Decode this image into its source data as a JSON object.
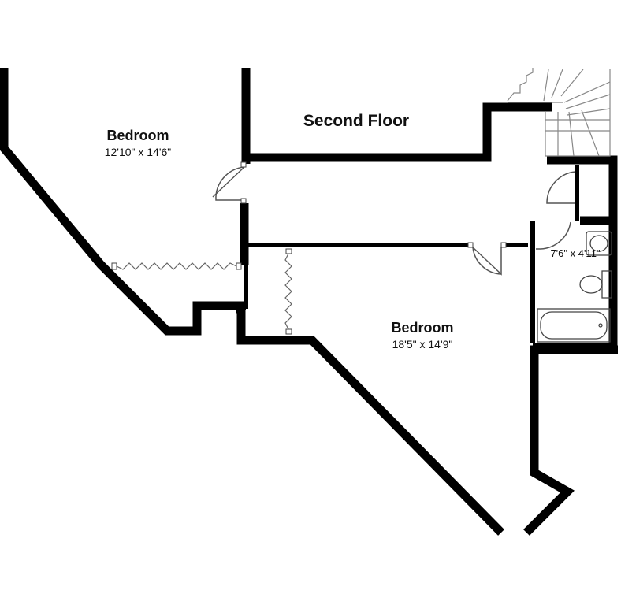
{
  "floor": {
    "title": "Second Floor"
  },
  "rooms": {
    "bedroom_left": {
      "name": "Bedroom",
      "dimensions": "12'10\" x 14'6\""
    },
    "bedroom_main": {
      "name": "Bedroom",
      "dimensions": "18'5\" x 14'9\""
    },
    "bathroom": {
      "dimensions": "7'6\" x 4'11\""
    }
  },
  "colors": {
    "wall": "#000000",
    "background": "#ffffff",
    "fixture": "#444444"
  }
}
